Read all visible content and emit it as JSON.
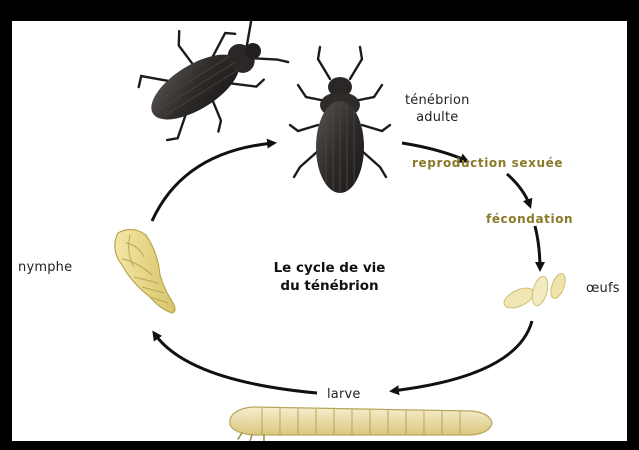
{
  "diagram": {
    "title_line1": "Le cycle de vie",
    "title_line2": "du ténébrion",
    "stages": {
      "adult_line1": "ténébrion",
      "adult_line2": "adulte",
      "eggs": "œufs",
      "larva": "larve",
      "pupa": "nymphe"
    },
    "processes": {
      "reproduction": "reproduction sexuée",
      "fertilization": "fécondation"
    },
    "colors": {
      "background": "#000000",
      "panel": "#ffffff",
      "process_text": "#8a7a2a",
      "arrow": "#111111",
      "beetle": "#2e2b29",
      "larva": "#ece0a8",
      "pupa": "#e9d98a",
      "egg": "#efe6b4"
    }
  }
}
